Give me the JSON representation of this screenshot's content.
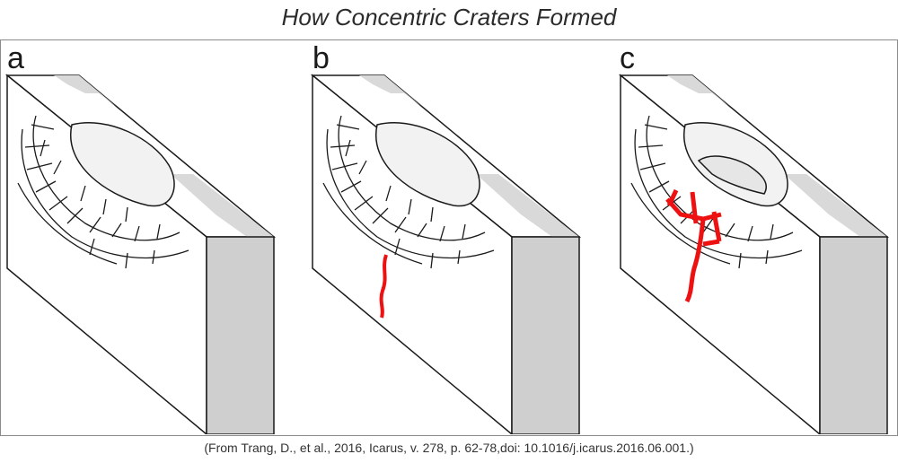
{
  "title": "How Concentric Craters Formed",
  "panels": [
    {
      "label": "a",
      "stage": "intact-crater",
      "fill_color": "#ffffff",
      "face_color": "#dcdcdc"
    },
    {
      "label": "b",
      "stage": "initial-fracture",
      "fracture_color": "#ee1111"
    },
    {
      "label": "c",
      "stage": "collapse-with-dikes",
      "fracture_color": "#ee1111"
    }
  ],
  "citation": "(From Trang, D., et al., 2016, Icarus, v. 278, p. 62-78,doi: 10.1016/j.icarus.2016.06.001.)",
  "colors": {
    "outline": "#1a1a1a",
    "shading": "#cfcfcf",
    "fracture": "#ee1111"
  }
}
